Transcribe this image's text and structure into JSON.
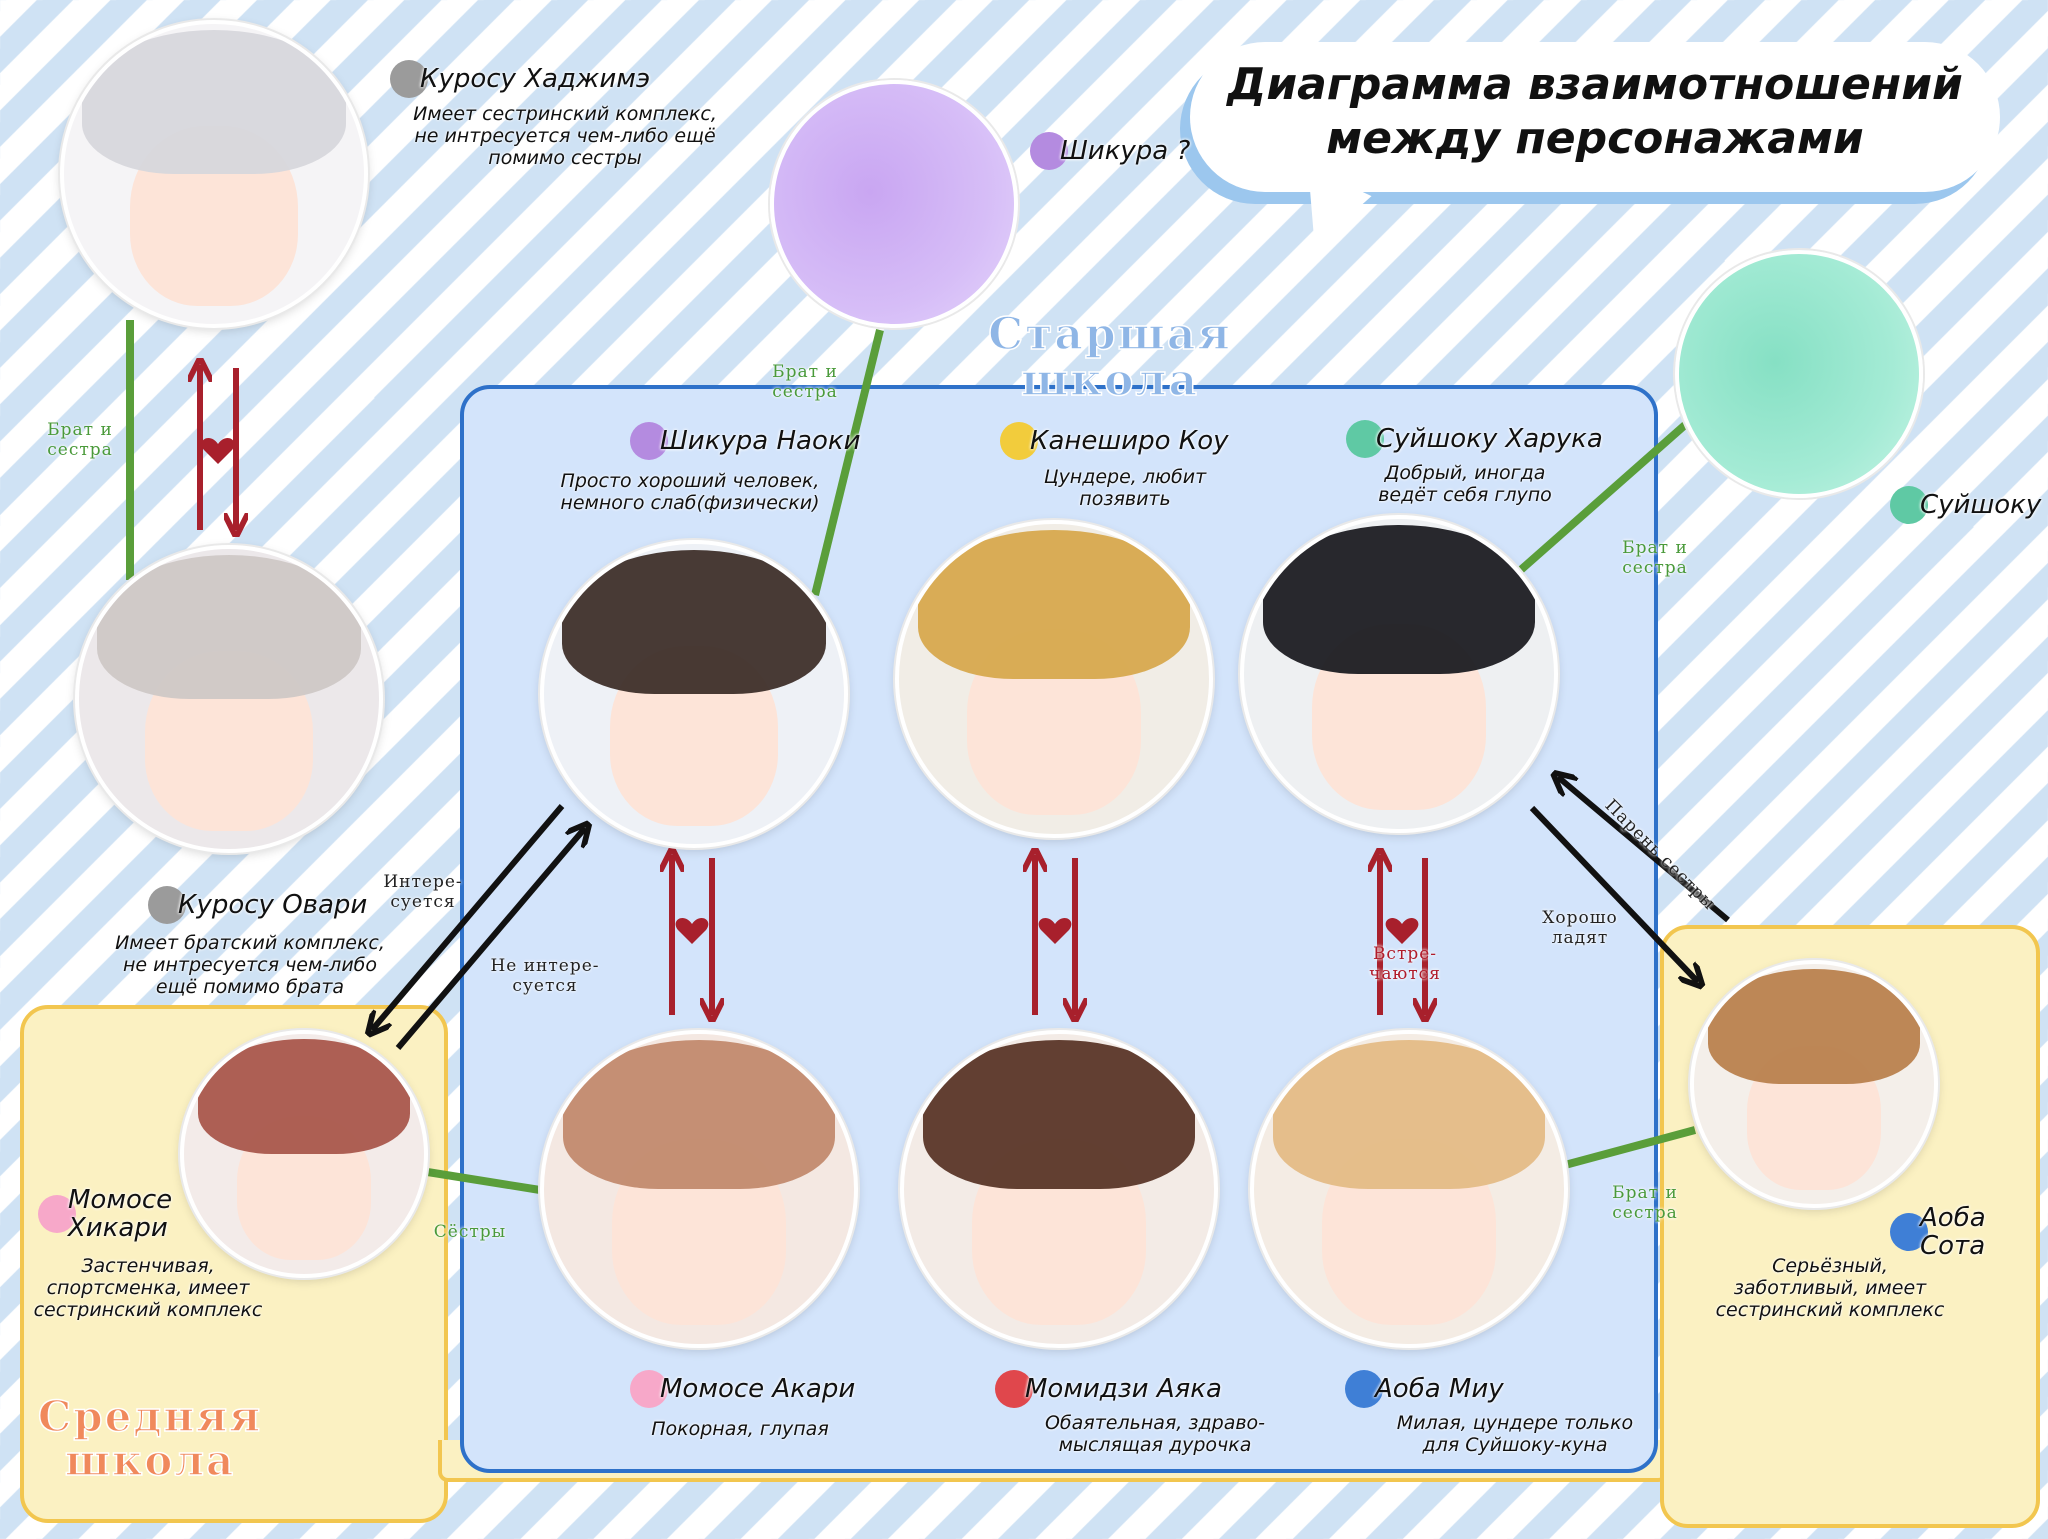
{
  "title": "Диаграмма взаимотношений между персонажами",
  "regions": {
    "high_school": "Старшая школа",
    "middle_school": "Средняя школа"
  },
  "characters": {
    "kurosu_hajime": {
      "name": "Куросу Хаджимэ",
      "desc": "Имеет сестринский комплекс, не интресуется чем-либо ещё помимо сестры",
      "color": "#9b9b9b"
    },
    "kurosu_owari": {
      "name": "Куросу Овари",
      "desc": "Имеет братский комплекс, не интресуется чем-либо ещё помимо брата",
      "color": "#9b9b9b"
    },
    "shikura_unknown": {
      "name": "Шикура ?",
      "color": "#b48be0"
    },
    "shikura_naoki": {
      "name": "Шикура Наоки",
      "desc": "Просто хороший человек, немного слаб(физически)",
      "color": "#b48be0"
    },
    "kaneshiro_kou": {
      "name": "Канеширо Коу",
      "desc": "Цундере, любит позявить",
      "color": "#f2cc3c"
    },
    "suishoku_haruka": {
      "name": "Суйшоку Харука",
      "desc": "Добрый, иногда ведёт себя глупо",
      "color": "#5fc9a4"
    },
    "suishoku_unknown": {
      "name": "Суйшоку ?",
      "color": "#5fc9a4"
    },
    "momose_hikari": {
      "name": "Момосе Хикари",
      "desc": "Застенчивая, спортсменка, имеет сестринский комплекс",
      "color": "#f7a8c9"
    },
    "momose_akari": {
      "name": "Момосе Акари",
      "desc": "Покорная, глупая",
      "color": "#f7a8c9"
    },
    "momidzi_ayaka": {
      "name": "Момидзи Аяка",
      "desc": "Обаятельная, здраво-мыслящая дурочка",
      "color": "#e0474c"
    },
    "aoba_miu": {
      "name": "Аоба Миу",
      "desc": "Милая, цундере только для Суйшоку-куна",
      "color": "#3f7fd6"
    },
    "aoba_sota": {
      "name": "Аоба Сота",
      "desc": "Серьёзный, заботливый, имеет сестринский комплекс",
      "color": "#3f7fd6"
    }
  },
  "relations": {
    "siblings_kurosu": "Брат и сестра",
    "siblings_shikura": "Брат и сестра",
    "siblings_suishoku": "Брат и сестра",
    "siblings_aoba": "Брат и сестра",
    "sisters_momose": "Сёстры",
    "interested": "Интере-суется",
    "not_interested": "Не интере-суется",
    "dating": "Встре-чаются",
    "get_along": "Хорошо ладят",
    "sisters_boyfriend": "Парень сестры"
  }
}
